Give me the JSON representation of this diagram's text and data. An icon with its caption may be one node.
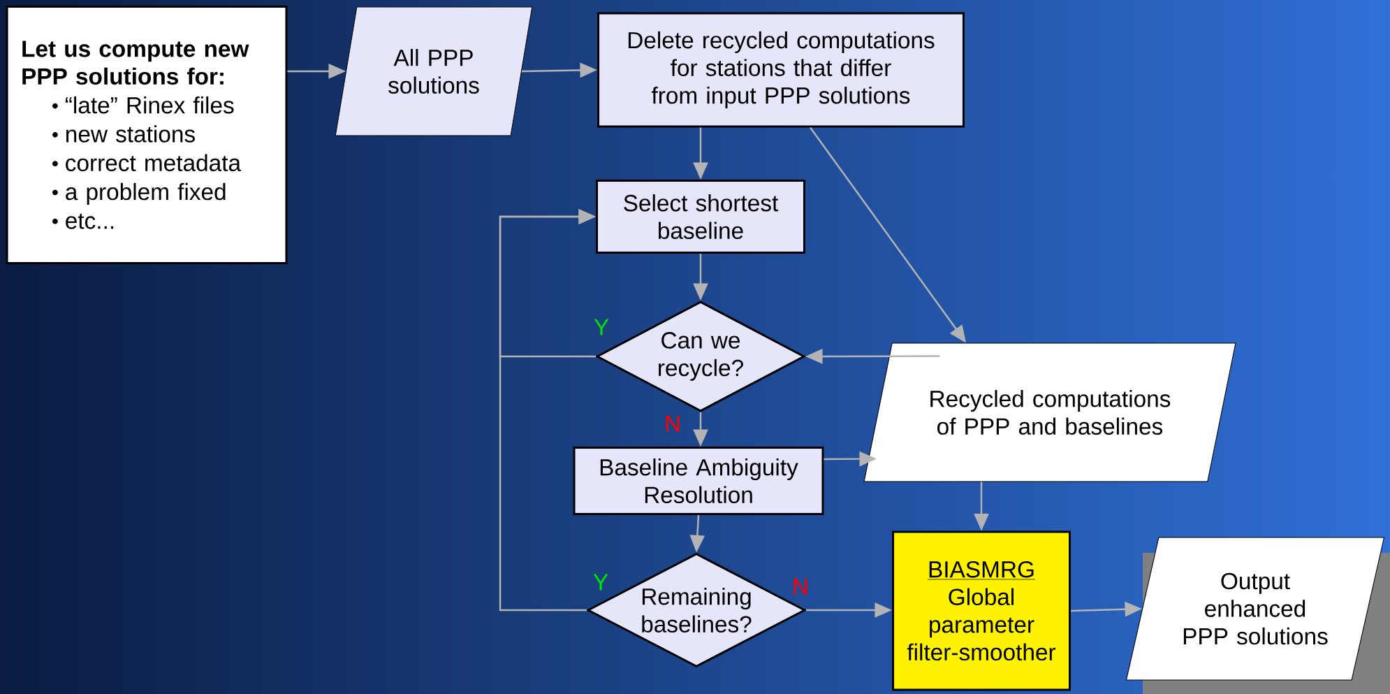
{
  "diagram": {
    "nodes": [
      {
        "text": [
          "Let us compute new PPP solutions for:",
          "“late” Rinex files",
          "new stations",
          "correct metadata",
          "a problem fixed",
          "etc..."
        ]
      },
      {
        "text": [
          "All PPP solutions"
        ]
      },
      {
        "text": [
          "Delete recycled computations for stations that differ from input PPP solutions"
        ]
      },
      {
        "text": [
          "Select shortest baseline"
        ]
      },
      {
        "text": [
          "Can we recycle?"
        ]
      },
      {
        "text": [
          "Baseline Ambiguity Resolution"
        ]
      },
      {
        "text": [
          "Remaining baselines?"
        ]
      },
      {
        "text": [
          "Recycled computations of PPP and baselines"
        ]
      },
      {
        "text": [
          "BIASMRG",
          "Global parameter filter-smoother"
        ]
      },
      {
        "text": [
          "Output enhanced PPP solutions"
        ]
      }
    ],
    "edges": [
      {
        "from": 0,
        "to": 1,
        "arrow": "to"
      },
      {
        "from": 1,
        "to": 2,
        "arrow": "to"
      },
      {
        "from": 2,
        "to": 3,
        "arrow": "to"
      },
      {
        "from": 2,
        "to": 7,
        "arrow": "to"
      },
      {
        "from": 3,
        "to": 4,
        "arrow": "to"
      },
      {
        "from": 7,
        "to": 4,
        "arrow": "to"
      },
      {
        "from": 4,
        "to": 3,
        "arrow": "to",
        "label": "Y"
      },
      {
        "from": 6,
        "to": 3,
        "arrow": "to",
        "label": "Y"
      },
      {
        "from": 4,
        "to": 5,
        "arrow": "to",
        "label": "N"
      },
      {
        "from": 5,
        "to": 7,
        "arrow": "to"
      },
      {
        "from": 5,
        "to": 6,
        "arrow": "to"
      },
      {
        "from": 6,
        "to": 8,
        "arrow": "to",
        "label": "N"
      },
      {
        "from": 7,
        "to": 8,
        "arrow": "to"
      },
      {
        "from": 8,
        "to": 9,
        "arrow": "to"
      }
    ]
  }
}
